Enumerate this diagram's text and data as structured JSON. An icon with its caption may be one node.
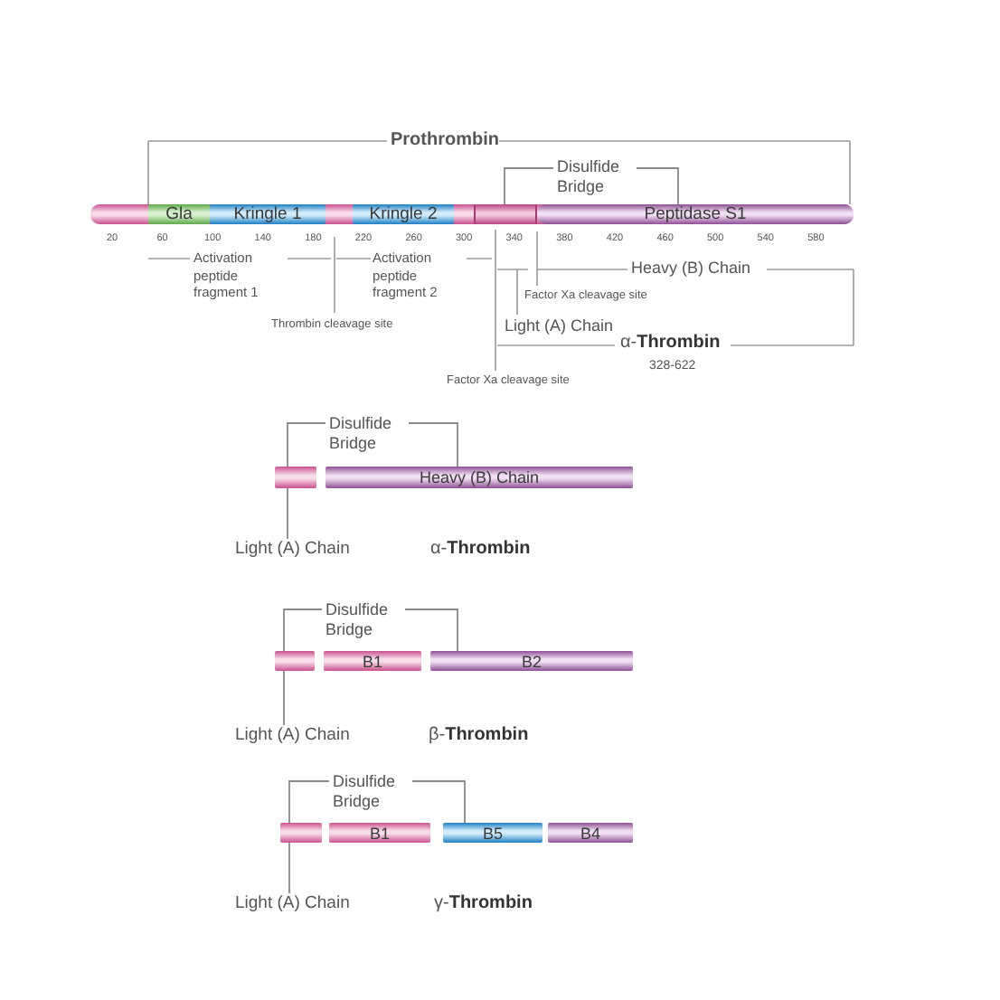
{
  "diagram": {
    "nodes": [
      {
        "text": [],
        "shape": "bar"
      },
      {
        "text": [
          "Gla"
        ],
        "in": 0
      },
      {
        "text": [
          "Kringle 1"
        ],
        "in": 0
      },
      {
        "text": [
          "Kringle 2"
        ],
        "in": 0
      },
      {
        "text": [],
        "shape": "bar",
        "in": 0
      },
      {
        "text": [
          "Peptidase S1"
        ],
        "in": 0
      },
      {
        "text": [],
        "shape": "bar"
      },
      {
        "text": [
          "Heavy (B) Chain"
        ]
      },
      {
        "text": [
          "Light (A) Chain"
        ]
      },
      {
        "text": [],
        "shape": "bar"
      },
      {
        "text": [
          "B1"
        ]
      },
      {
        "text": [
          "B2"
        ]
      },
      {
        "text": [
          "Light (A) Chain"
        ]
      },
      {
        "text": [],
        "shape": "bar"
      },
      {
        "text": [
          "B1"
        ]
      },
      {
        "text": [
          "B5"
        ]
      },
      {
        "text": [
          "B4"
        ]
      },
      {
        "text": [
          "Light (A) Chain"
        ]
      }
    ],
    "edges": [
      {
        "from": 4,
        "to": 5,
        "arrow": "none",
        "label": "Disulfide Bridge"
      },
      {
        "from": 6,
        "to": 7,
        "arrow": "none",
        "label": "Disulfide Bridge"
      },
      {
        "from": 8,
        "to": 6,
        "arrow": "none"
      },
      {
        "from": 9,
        "to": 11,
        "arrow": "none",
        "label": "Disulfide Bridge"
      },
      {
        "from": 12,
        "to": 9,
        "arrow": "none"
      },
      {
        "from": 13,
        "to": 15,
        "arrow": "none",
        "label": "Disulfide Bridge"
      },
      {
        "from": 17,
        "to": 13,
        "arrow": "none"
      }
    ],
    "labels": [
      "Prothrombin",
      "20",
      "60",
      "100",
      "140",
      "180",
      "220",
      "260",
      "300",
      "340",
      "380",
      "420",
      "460",
      "500",
      "540",
      "580",
      "Activation peptide fragment 1",
      "Activation peptide fragment 2",
      "Heavy (B) Chain",
      "Factor Xa cleavage site",
      "Thrombin cleavage site",
      "Light (A) Chain",
      "α-**Thrombin**",
      "328-622",
      "Factor Xa cleavage site",
      "α-**Thrombin**",
      "β-**Thrombin**",
      "γ-**Thrombin**"
    ]
  }
}
